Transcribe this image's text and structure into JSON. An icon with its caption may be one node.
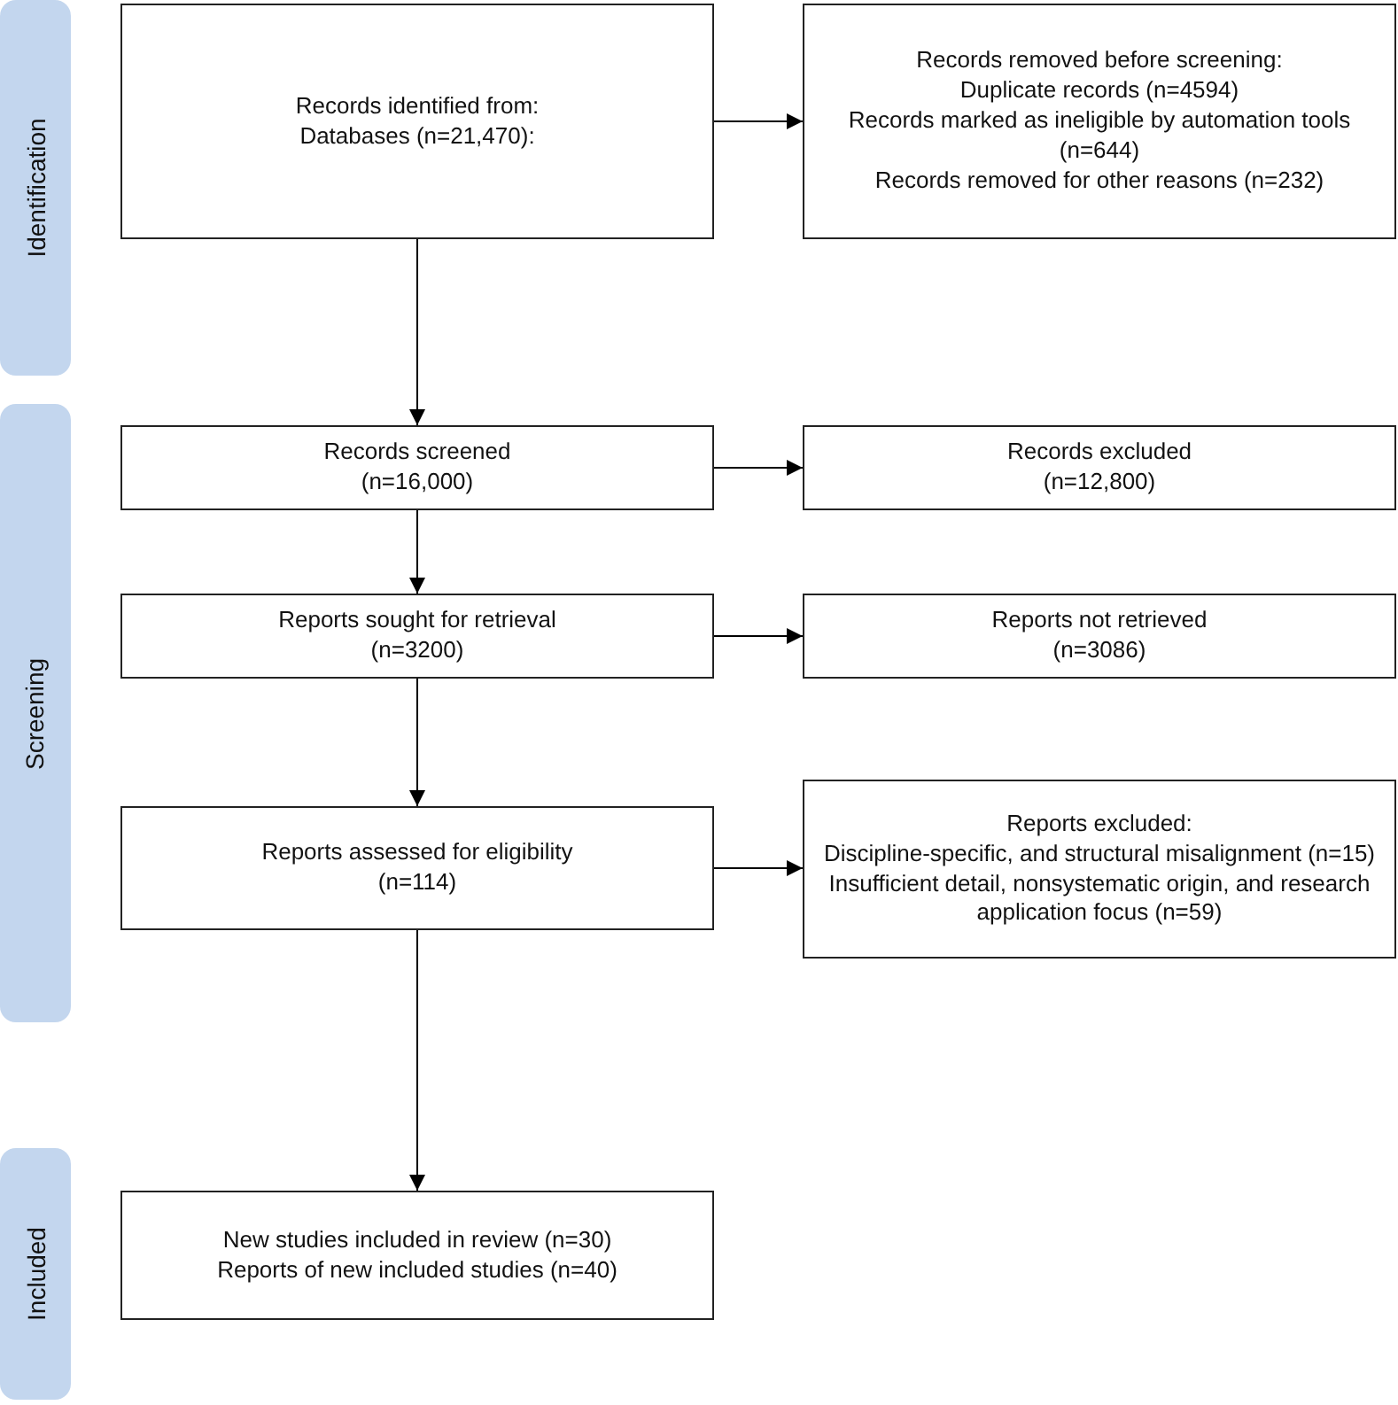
{
  "diagram": {
    "nodes": [
      {
        "text": [
          "Identification"
        ]
      },
      {
        "text": [
          "Records identified from:",
          "Databases (n=21,470):"
        ]
      },
      {
        "text": [
          "Records removed before screening:",
          "Duplicate records (n=4594)",
          "Records marked as ineligible by automation tools (n=644)",
          "Records removed for other reasons (n=232)"
        ]
      },
      {
        "text": [
          "Screening"
        ]
      },
      {
        "text": [
          "Records screened",
          "(n=16,000)"
        ]
      },
      {
        "text": [
          "Records excluded",
          "(n=12,800)"
        ]
      },
      {
        "text": [
          "Reports sought for retrieval",
          "(n=3200)"
        ]
      },
      {
        "text": [
          "Reports not retrieved",
          "(n=3086)"
        ]
      },
      {
        "text": [
          "Reports assessed for eligibility",
          "(n=114)"
        ]
      },
      {
        "text": [
          "Reports excluded:",
          "Discipline-specific, and structural misalignment (n=15)",
          "Insufficient detail, nonsystematic origin, and research application focus (n=59)"
        ]
      },
      {
        "text": [
          "Included"
        ]
      },
      {
        "text": [
          "New studies included in review (n=30)",
          "Reports of new included studies (n=40)"
        ]
      }
    ],
    "edges": [
      {
        "from": 1,
        "to": 2,
        "arrow": "to"
      },
      {
        "from": 1,
        "to": 4,
        "arrow": "to"
      },
      {
        "from": 4,
        "to": 5,
        "arrow": "to"
      },
      {
        "from": 4,
        "to": 6,
        "arrow": "to"
      },
      {
        "from": 6,
        "to": 7,
        "arrow": "to"
      },
      {
        "from": 6,
        "to": 8,
        "arrow": "to"
      },
      {
        "from": 8,
        "to": 9,
        "arrow": "to"
      },
      {
        "from": 8,
        "to": 11,
        "arrow": "to"
      }
    ]
  }
}
